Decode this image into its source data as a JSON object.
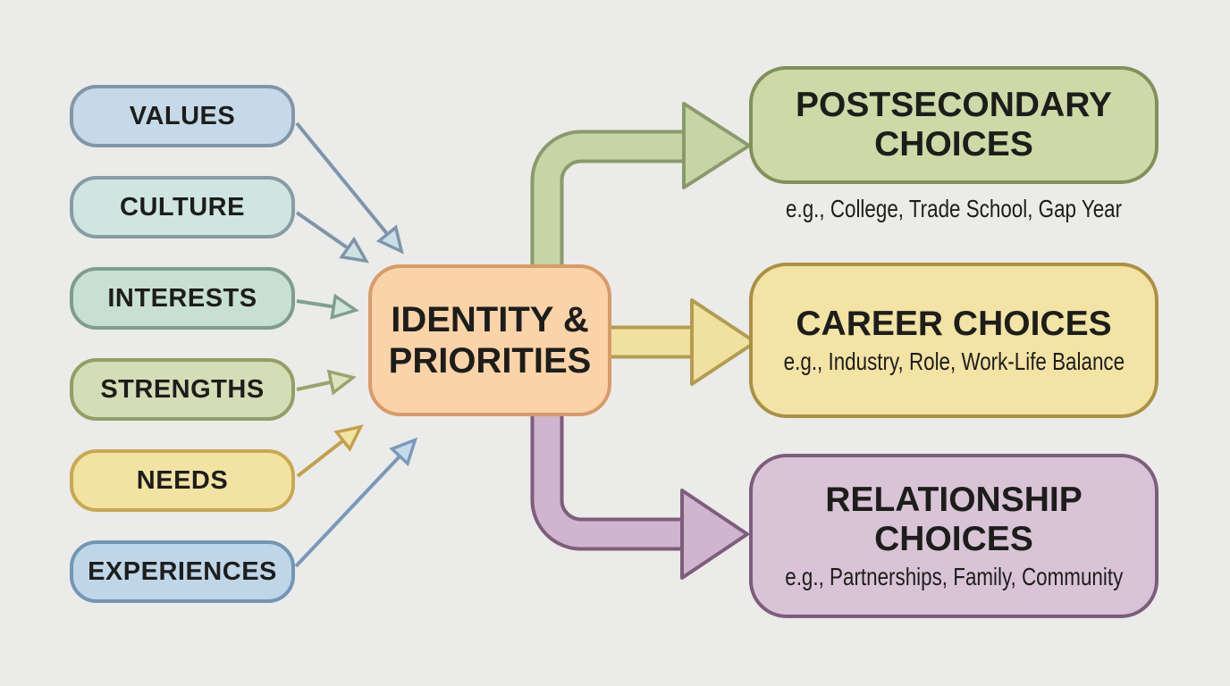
{
  "background_color": "#ebebe9",
  "text_color": "#1d1d1b",
  "inputs": [
    {
      "label": "VALUES",
      "fill": "#c6d9e8",
      "border": "#8296a9",
      "arrow_color": "#7e95ab"
    },
    {
      "label": "CULTURE",
      "fill": "#cfe5e1",
      "border": "#879ca4",
      "arrow_color": "#7e95a8"
    },
    {
      "label": "INTERESTS",
      "fill": "#c8e0d2",
      "border": "#7f9d8d",
      "arrow_color": "#80a092"
    },
    {
      "label": "STRENGTHS",
      "fill": "#d4ddb6",
      "border": "#929e68",
      "arrow_color": "#9aa46b"
    },
    {
      "label": "NEEDS",
      "fill": "#f3e3a3",
      "border": "#c8a851",
      "arrow_color": "#c2a04c"
    },
    {
      "label": "EXPERIENCES",
      "fill": "#bfd6e9",
      "border": "#7495b5",
      "arrow_color": "#7b98ba"
    }
  ],
  "center": {
    "title_lines": [
      "IDENTITY &",
      "PRIORITIES"
    ],
    "fill": "#fbd3a8",
    "border": "#d99a69"
  },
  "outcomes": [
    {
      "title_lines": [
        "POSTSECONDARY",
        "CHOICES"
      ],
      "caption": "e.g., College, Trade School, Gap Year",
      "fill": "#cdd9a7",
      "border": "#82905c",
      "arrow_fill": "#c5d5a5",
      "arrow_outline": "#8a9a6d"
    },
    {
      "title_lines": [
        "CAREER CHOICES"
      ],
      "caption": "e.g., Industry, Role, Work-Life Balance",
      "fill": "#f3e3a4",
      "border": "#aa9045",
      "arrow_fill": "#f0e1a0",
      "arrow_outline": "#b39c52"
    },
    {
      "title_lines": [
        "RELATIONSHIP",
        "CHOICES"
      ],
      "caption": "e.g., Partnerships, Family, Community",
      "fill": "#d9c4d7",
      "border": "#7b5e7b",
      "arrow_fill": "#cfb5cd",
      "arrow_outline": "#7e5d7d"
    }
  ]
}
